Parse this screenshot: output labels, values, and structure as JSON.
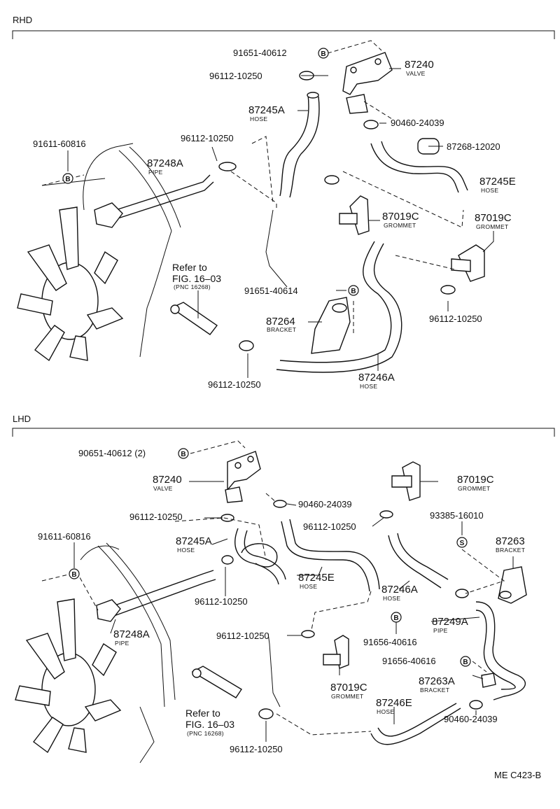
{
  "sections": {
    "rhd": "RHD",
    "lhd": "LHD"
  },
  "symbols": {
    "b": "B",
    "s": "S"
  },
  "rhd": {
    "p_91651_40612": "91651-40612",
    "p_96112_a": "96112-10250",
    "p_87240": "87240",
    "valve": "VALVE",
    "p_87245A": "87245A",
    "hose_a": "HOSE",
    "p_90460": "90460-24039",
    "p_91611": "91611-60816",
    "p_96112_b": "96112-10250",
    "p_87248A": "87248A",
    "pipe": "PIPE",
    "p_87268": "87268-12020",
    "p_87245E": "87245E",
    "hose_e": "HOSE",
    "p_87019C_a": "87019C",
    "grommet_a": "GROMMET",
    "p_87019C_b": "87019C",
    "grommet_b": "GROMMET",
    "refer_to": "Refer to",
    "fig": "FIG. 16–03",
    "pnc": "(PNC 16268)",
    "p_91651_40614": "91651-40614",
    "p_87264": "87264",
    "bracket": "BRACKET",
    "p_96112_c": "96112-10250",
    "p_87246A": "87246A",
    "hose_246": "HOSE",
    "p_96112_d": "96112-10250"
  },
  "lhd": {
    "p_90651": "90651-40612 (2)",
    "p_87019C_a": "87019C",
    "grommet_a": "GROMMET",
    "p_87240": "87240",
    "valve": "VALVE",
    "p_90460_a": "90460-24039",
    "p_96112_a": "96112-10250",
    "p_96112_b": "96112-10250",
    "p_93385": "93385-16010",
    "p_91611": "91611-60816",
    "p_87245A": "87245A",
    "hose_a": "HOSE",
    "p_87263": "87263",
    "bracket_a": "BRACKET",
    "p_87245E": "87245E",
    "hose_e": "HOSE",
    "p_87246A": "87246A",
    "hose_246a": "HOSE",
    "p_96112_c": "96112-10250",
    "p_87248A": "87248A",
    "pipe_a": "PIPE",
    "p_87249A": "87249A",
    "pipe_b": "PIPE",
    "p_91656_a": "91656-40616",
    "p_96112_d": "96112-10250",
    "p_91656_b": "91656-40616",
    "p_87019C_b": "87019C",
    "grommet_b": "GROMMET",
    "p_87263A": "87263A",
    "bracket_b": "BRACKET",
    "p_87246E": "87246E",
    "hose_246e": "HOSE",
    "refer_to": "Refer to",
    "fig": "FIG. 16–03",
    "pnc": "(PNC 16268)",
    "p_96112_e": "96112-10250",
    "p_90460_b": "90460-24039"
  },
  "footer": {
    "code": "ME C423-B"
  }
}
